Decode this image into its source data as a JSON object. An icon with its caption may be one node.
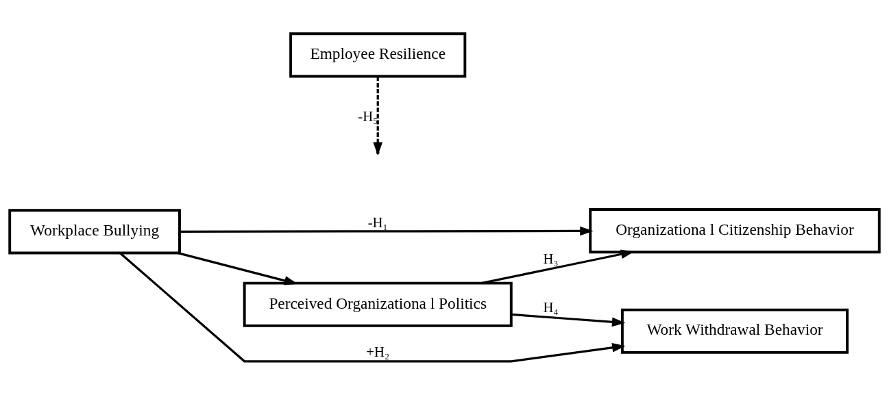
{
  "diagram": {
    "nodes": [
      {
        "text": [
          "Workplace Bullying"
        ]
      },
      {
        "text": [
          "Employee Resilience"
        ]
      },
      {
        "text": [
          "Perceived Organizationa l Politics"
        ]
      },
      {
        "text": [
          "Organizationa l Citizenship Behavior"
        ]
      },
      {
        "text": [
          "Work Withdrawal Behavior"
        ]
      }
    ],
    "edges": [
      {
        "from": 0,
        "to": 3,
        "arrow": "to",
        "label": "-H₁"
      },
      {
        "from": 0,
        "to": 4,
        "arrow": "to",
        "label": "+H₂"
      },
      {
        "from": 0,
        "to": 2,
        "arrow": "to"
      },
      {
        "from": 1,
        "to": null,
        "arrow": "to",
        "label": "-H₅",
        "style": "dashed"
      },
      {
        "from": 2,
        "to": 3,
        "arrow": "to",
        "label": "H₃"
      },
      {
        "from": 2,
        "to": 4,
        "arrow": "to",
        "label": "H₄"
      }
    ]
  }
}
